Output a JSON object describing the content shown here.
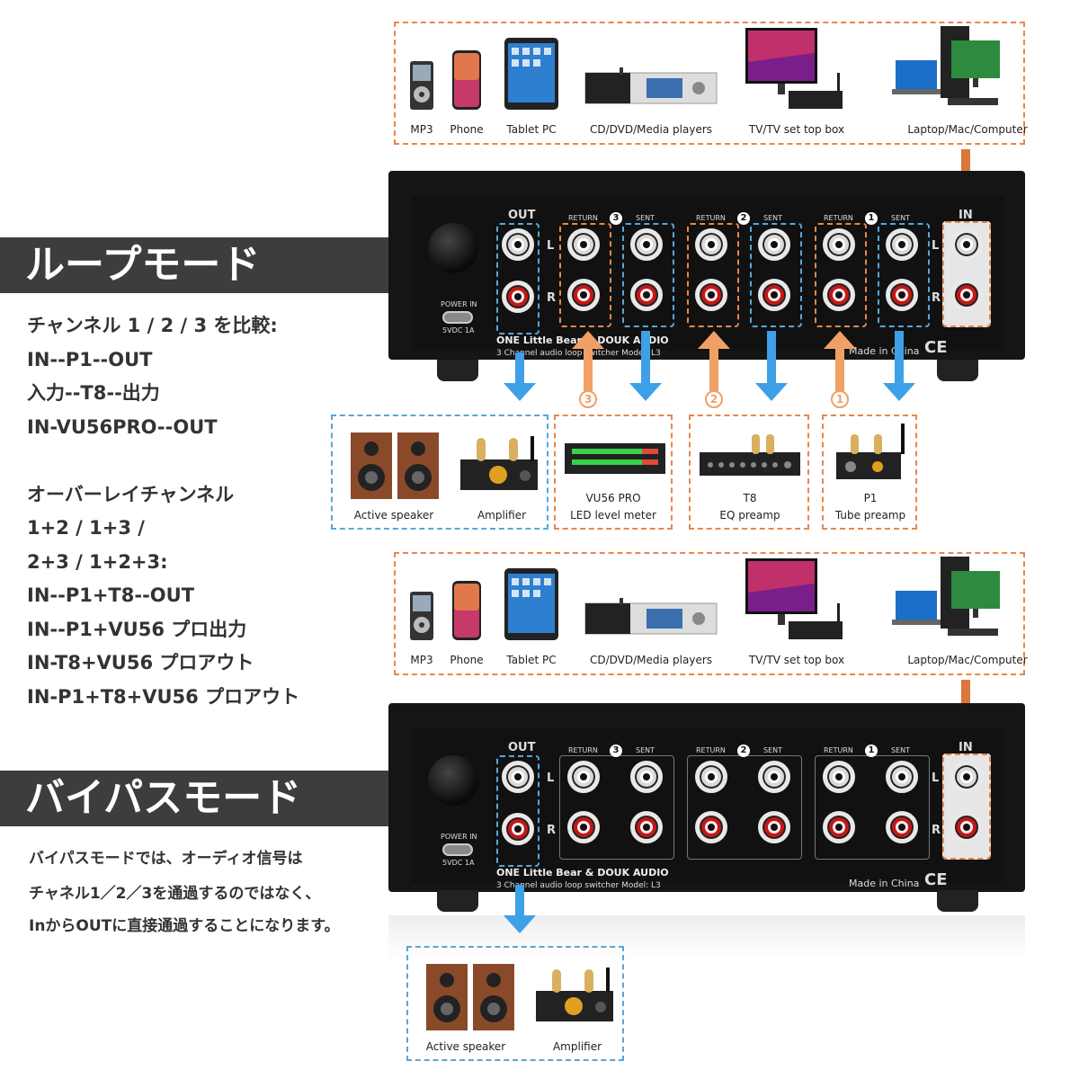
{
  "sources": {
    "labels": [
      "MP3",
      "Phone",
      "Tablet PC",
      "CD/DVD/Media players",
      "TV/TV set top box",
      "Laptop/Mac/Computer"
    ],
    "icons": [
      "mp3-player-icon",
      "phone-icon",
      "tablet-icon",
      "media-player-icon",
      "tv-icon",
      "computer-icon"
    ]
  },
  "loop_mode": {
    "title": "ループモード",
    "lines": [
      "チャンネル 1 / 2 / 3 を比較:",
      "IN--P1--OUT",
      "入力--T8--出力",
      "IN-VU56PRO--OUT",
      "",
      "オーバーレイチャンネル",
      "1+2 / 1+3 /",
      "2+3 / 1+2+3:",
      "IN--P1+T8--OUT",
      "IN--P1+VU56 プロ出力",
      "IN-T8+VU56 プロアウト",
      "IN-P1+T8+VU56 プロアウト"
    ]
  },
  "bypass_mode": {
    "title": "バイパスモード",
    "lines": [
      "バイパスモードでは、オーディオ信号は",
      "チャネル1／2／3を通過するのではなく、",
      "InからOUTに直接通過することになります。"
    ]
  },
  "device": {
    "out_label": "OUT",
    "in_label": "IN",
    "return_label": "RETURN",
    "sent_label": "SENT",
    "channel_numbers": [
      "3",
      "2",
      "1"
    ],
    "l_label": "L",
    "r_label": "R",
    "power_in": "POWER IN",
    "power_spec": "5VDC 1A",
    "brand_line": "ONE Little Bear & DOUK AUDIO",
    "model_line": "3 Channel audio loop switcher  Model: L3",
    "made_in": "Made in China",
    "ce_mark": "CE"
  },
  "loop_outputs": {
    "speaker_label": "Active speaker",
    "amplifier_label": "Amplifier",
    "vu_label_1": "VU56 PRO",
    "vu_label_2": "LED level meter",
    "t8_label_1": "T8",
    "t8_label_2": "EQ preamp",
    "p1_label_1": "P1",
    "p1_label_2": "Tube preamp",
    "arrow_numbers": [
      "3",
      "2",
      "1"
    ]
  },
  "bypass_outputs": {
    "speaker_label": "Active speaker",
    "amplifier_label": "Amplifier"
  },
  "colors": {
    "orange": "#e8874a",
    "blue": "#3ea0e6",
    "banner": "#3d3d3d"
  }
}
